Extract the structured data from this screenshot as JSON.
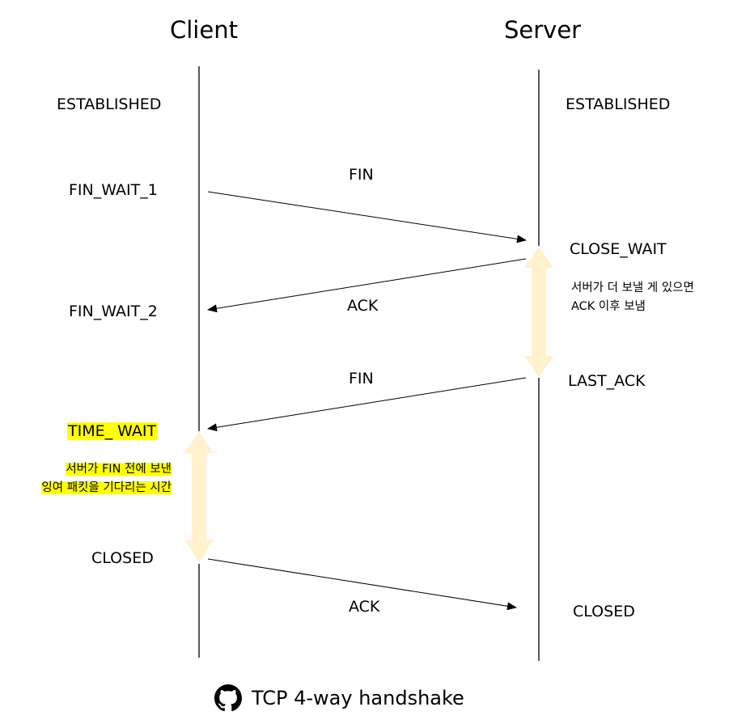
{
  "diagram": {
    "title": "TCP 4-way handshake",
    "caption_icon": "github-icon",
    "colors": {
      "line": "#000000",
      "interval_arrow": "#fff2cc",
      "highlight": "#ffff00"
    },
    "participants": {
      "client": {
        "label": "Client"
      },
      "server": {
        "label": "Server"
      }
    },
    "client_states": {
      "established": "ESTABLISHED",
      "fin_wait_1": "FIN_WAIT_1",
      "fin_wait_2": "FIN_WAIT_2",
      "time_wait": "TIME_ WAIT",
      "closed": "CLOSED"
    },
    "server_states": {
      "established": "ESTABLISHED",
      "close_wait": "CLOSE_WAIT",
      "last_ack": "LAST_ACK",
      "closed": "CLOSED"
    },
    "messages": [
      {
        "label": "FIN",
        "from": "client",
        "to": "server"
      },
      {
        "label": "ACK",
        "from": "server",
        "to": "client"
      },
      {
        "label": "FIN",
        "from": "server",
        "to": "client"
      },
      {
        "label": "ACK",
        "from": "client",
        "to": "server"
      }
    ],
    "notes": {
      "server_close_wait": {
        "line1": "서버가 더 보낼 게 있으면",
        "line2": "ACK 이후 보냄"
      },
      "client_time_wait": {
        "line1": "서버가 FIN 전에 보낸",
        "line2": "잉여 패킷을 기다리는 시간"
      }
    }
  }
}
